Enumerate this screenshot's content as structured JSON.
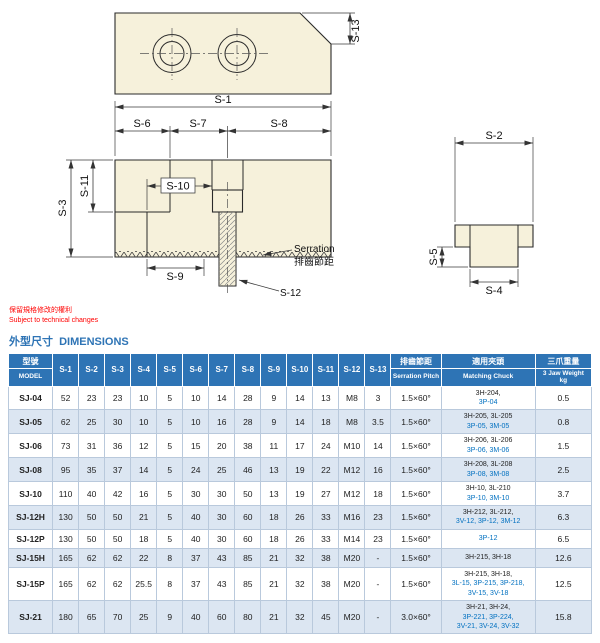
{
  "dim_labels": [
    "S-1",
    "S-2",
    "S-3",
    "S-4",
    "S-5",
    "S-6",
    "S-7",
    "S-8",
    "S-9",
    "S-10",
    "S-11",
    "S-12",
    "S-13"
  ],
  "drawing": {
    "serration_note_en": "Serration",
    "serration_note_zh": "排齒節距"
  },
  "disclaimer": {
    "zh": "保留規格修改的權利",
    "en": "Subject to technical changes"
  },
  "section_title": {
    "zh": "外型尺寸",
    "en": "DIMENSIONS"
  },
  "colors": {
    "header_bg": "#2E74B5",
    "row_alt": "#DCE6F2",
    "chuck_blue": "#0070C0",
    "disclaimer_red": "#FF0000",
    "part_fill": "#F6F1DB",
    "title_blue": "#2E74B5"
  },
  "table": {
    "headers": {
      "model_zh": "型號",
      "model_en": "MODEL",
      "serration_zh": "排齒節距",
      "serration_en": "Serration Pitch",
      "chuck_zh": "適用夾頭",
      "chuck_en": "Matching Chuck",
      "weight_zh": "三爪重量",
      "weight_en": "3 Jaw Weight",
      "weight_unit": "kg"
    },
    "rows": [
      {
        "model": "SJ-04",
        "dims": [
          52,
          23,
          23,
          10,
          5,
          10,
          14,
          28,
          9,
          14,
          13,
          "M8",
          3
        ],
        "pitch": "1.5×60°",
        "chuck": [
          {
            "text": "3H-204,",
            "blue": false
          },
          {
            "text": "3P-04",
            "blue": true
          }
        ],
        "weight": 0.5
      },
      {
        "model": "SJ-05",
        "dims": [
          62,
          25,
          30,
          10,
          5,
          10,
          16,
          28,
          9,
          14,
          18,
          "M8",
          3.5
        ],
        "pitch": "1.5×60°",
        "chuck": [
          {
            "text": "3H-205, 3L-205",
            "blue": false
          },
          {
            "text": "3P-05, 3M-05",
            "blue": true
          }
        ],
        "weight": 0.8
      },
      {
        "model": "SJ-06",
        "dims": [
          73,
          31,
          36,
          12,
          5,
          15,
          20,
          38,
          11,
          17,
          24,
          "M10",
          14
        ],
        "pitch": "1.5×60°",
        "chuck": [
          {
            "text": "3H-206, 3L-206",
            "blue": false
          },
          {
            "text": "3P-06, 3M-06",
            "blue": true
          }
        ],
        "weight": 1.5
      },
      {
        "model": "SJ-08",
        "dims": [
          95,
          35,
          37,
          14,
          5,
          24,
          25,
          46,
          13,
          19,
          22,
          "M12",
          16
        ],
        "pitch": "1.5×60°",
        "chuck": [
          {
            "text": "3H-208, 3L-208",
            "blue": false
          },
          {
            "text": "3P-08, 3M-08",
            "blue": true
          }
        ],
        "weight": 2.5
      },
      {
        "model": "SJ-10",
        "dims": [
          110,
          40,
          42,
          16,
          5,
          30,
          30,
          50,
          13,
          19,
          27,
          "M12",
          18
        ],
        "pitch": "1.5×60°",
        "chuck": [
          {
            "text": "3H-10, 3L-210",
            "blue": false
          },
          {
            "text": "3P-10, 3M-10",
            "blue": true
          }
        ],
        "weight": 3.7
      },
      {
        "model": "SJ-12H",
        "dims": [
          130,
          50,
          50,
          21,
          5,
          40,
          30,
          60,
          18,
          26,
          33,
          "M16",
          23
        ],
        "pitch": "1.5×60°",
        "chuck": [
          {
            "text": "3H-212, 3L-212,",
            "blue": false
          },
          {
            "text": "3V-12, 3P-12, 3M-12",
            "blue": true
          }
        ],
        "weight": 6.3
      },
      {
        "model": "SJ-12P",
        "dims": [
          130,
          50,
          50,
          18,
          5,
          40,
          30,
          60,
          18,
          26,
          33,
          "M14",
          23
        ],
        "pitch": "1.5×60°",
        "chuck": [
          {
            "text": "3P-12",
            "blue": true
          }
        ],
        "weight": 6.5
      },
      {
        "model": "SJ-15H",
        "dims": [
          165,
          62,
          62,
          22,
          8,
          37,
          43,
          85,
          21,
          32,
          38,
          "M20",
          "-"
        ],
        "pitch": "1.5×60°",
        "chuck": [
          {
            "text": "3H-215, 3H-18",
            "blue": false
          }
        ],
        "weight": 12.6
      },
      {
        "model": "SJ-15P",
        "dims": [
          165,
          62,
          62,
          25.5,
          8,
          37,
          43,
          85,
          21,
          32,
          38,
          "M20",
          "-"
        ],
        "pitch": "1.5×60°",
        "chuck": [
          {
            "text": "3H-215, 3H-18,",
            "blue": false
          },
          {
            "text": "3L-15, 3P-215, 3P-218,",
            "blue": true
          },
          {
            "text": "3V-15, 3V-18",
            "blue": true
          }
        ],
        "weight": 12.5
      },
      {
        "model": "SJ-21",
        "dims": [
          180,
          65,
          70,
          25,
          9,
          40,
          60,
          80,
          21,
          32,
          45,
          "M20",
          "-"
        ],
        "pitch": "3.0×60°",
        "chuck": [
          {
            "text": "3H-21, 3H-24,",
            "blue": false
          },
          {
            "text": "3P-221, 3P-224,",
            "blue": true
          },
          {
            "text": "3V-21, 3V-24, 3V-32",
            "blue": true
          }
        ],
        "weight": 15.8
      }
    ]
  }
}
